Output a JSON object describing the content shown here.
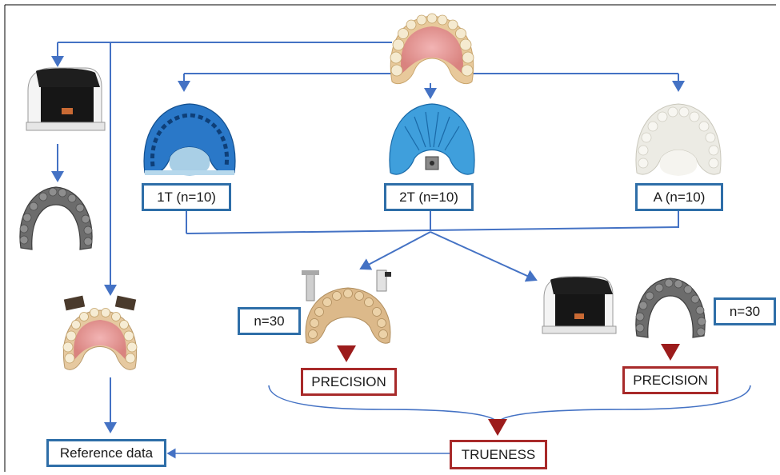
{
  "groups": [
    {
      "label": "1T (n=10)"
    },
    {
      "label": "2T (n=10)"
    },
    {
      "label": "A (n=10)"
    }
  ],
  "samples": {
    "left": "n=30",
    "right": "n=30"
  },
  "precision": {
    "left": "PRECISION",
    "right": "PRECISION"
  },
  "trueness": "TRUENESS",
  "reference": "Reference data",
  "colors": {
    "arrow": "#4472c4",
    "box_blue": "#2e6ea8",
    "box_red": "#a82a2a",
    "red_arrow": "#9c1c1c"
  }
}
